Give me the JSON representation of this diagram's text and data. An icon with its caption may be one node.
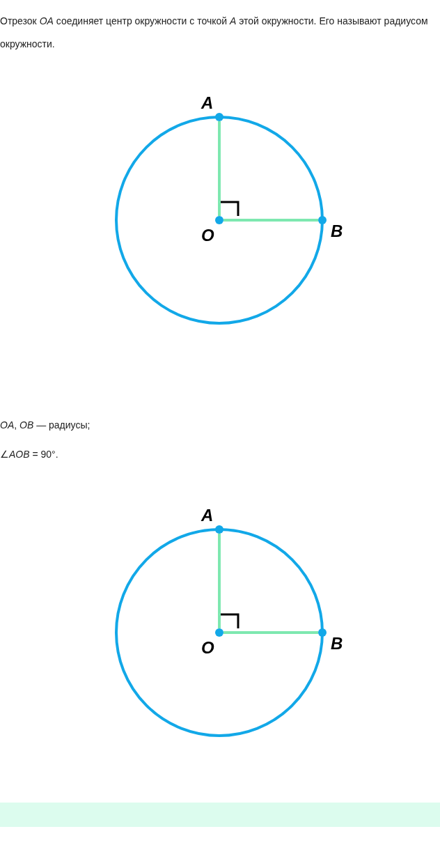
{
  "diagram": {
    "nodes": [
      {
        "text": [
          "A"
        ]
      },
      {
        "text": [
          "O"
        ]
      },
      {
        "text": [
          "B"
        ]
      },
      {
        "text": [
          "A"
        ]
      },
      {
        "text": [
          "O"
        ]
      },
      {
        "text": [
          "B"
        ]
      }
    ],
    "edges": [
      {
        "from": 1,
        "to": 0,
        "arrow": "none"
      },
      {
        "from": 1,
        "to": 2,
        "arrow": "none"
      },
      {
        "from": 4,
        "to": 3,
        "arrow": "none"
      },
      {
        "from": 4,
        "to": 5,
        "arrow": "none"
      }
    ],
    "labels": [
      "Отрезок *OA* соединяет центр окружности с точкой *A* этой окружности. Его называют радиусом окружности.",
      "*OA*, *OB* — радиусы;",
      "∠*AOB* = 90°."
    ]
  }
}
